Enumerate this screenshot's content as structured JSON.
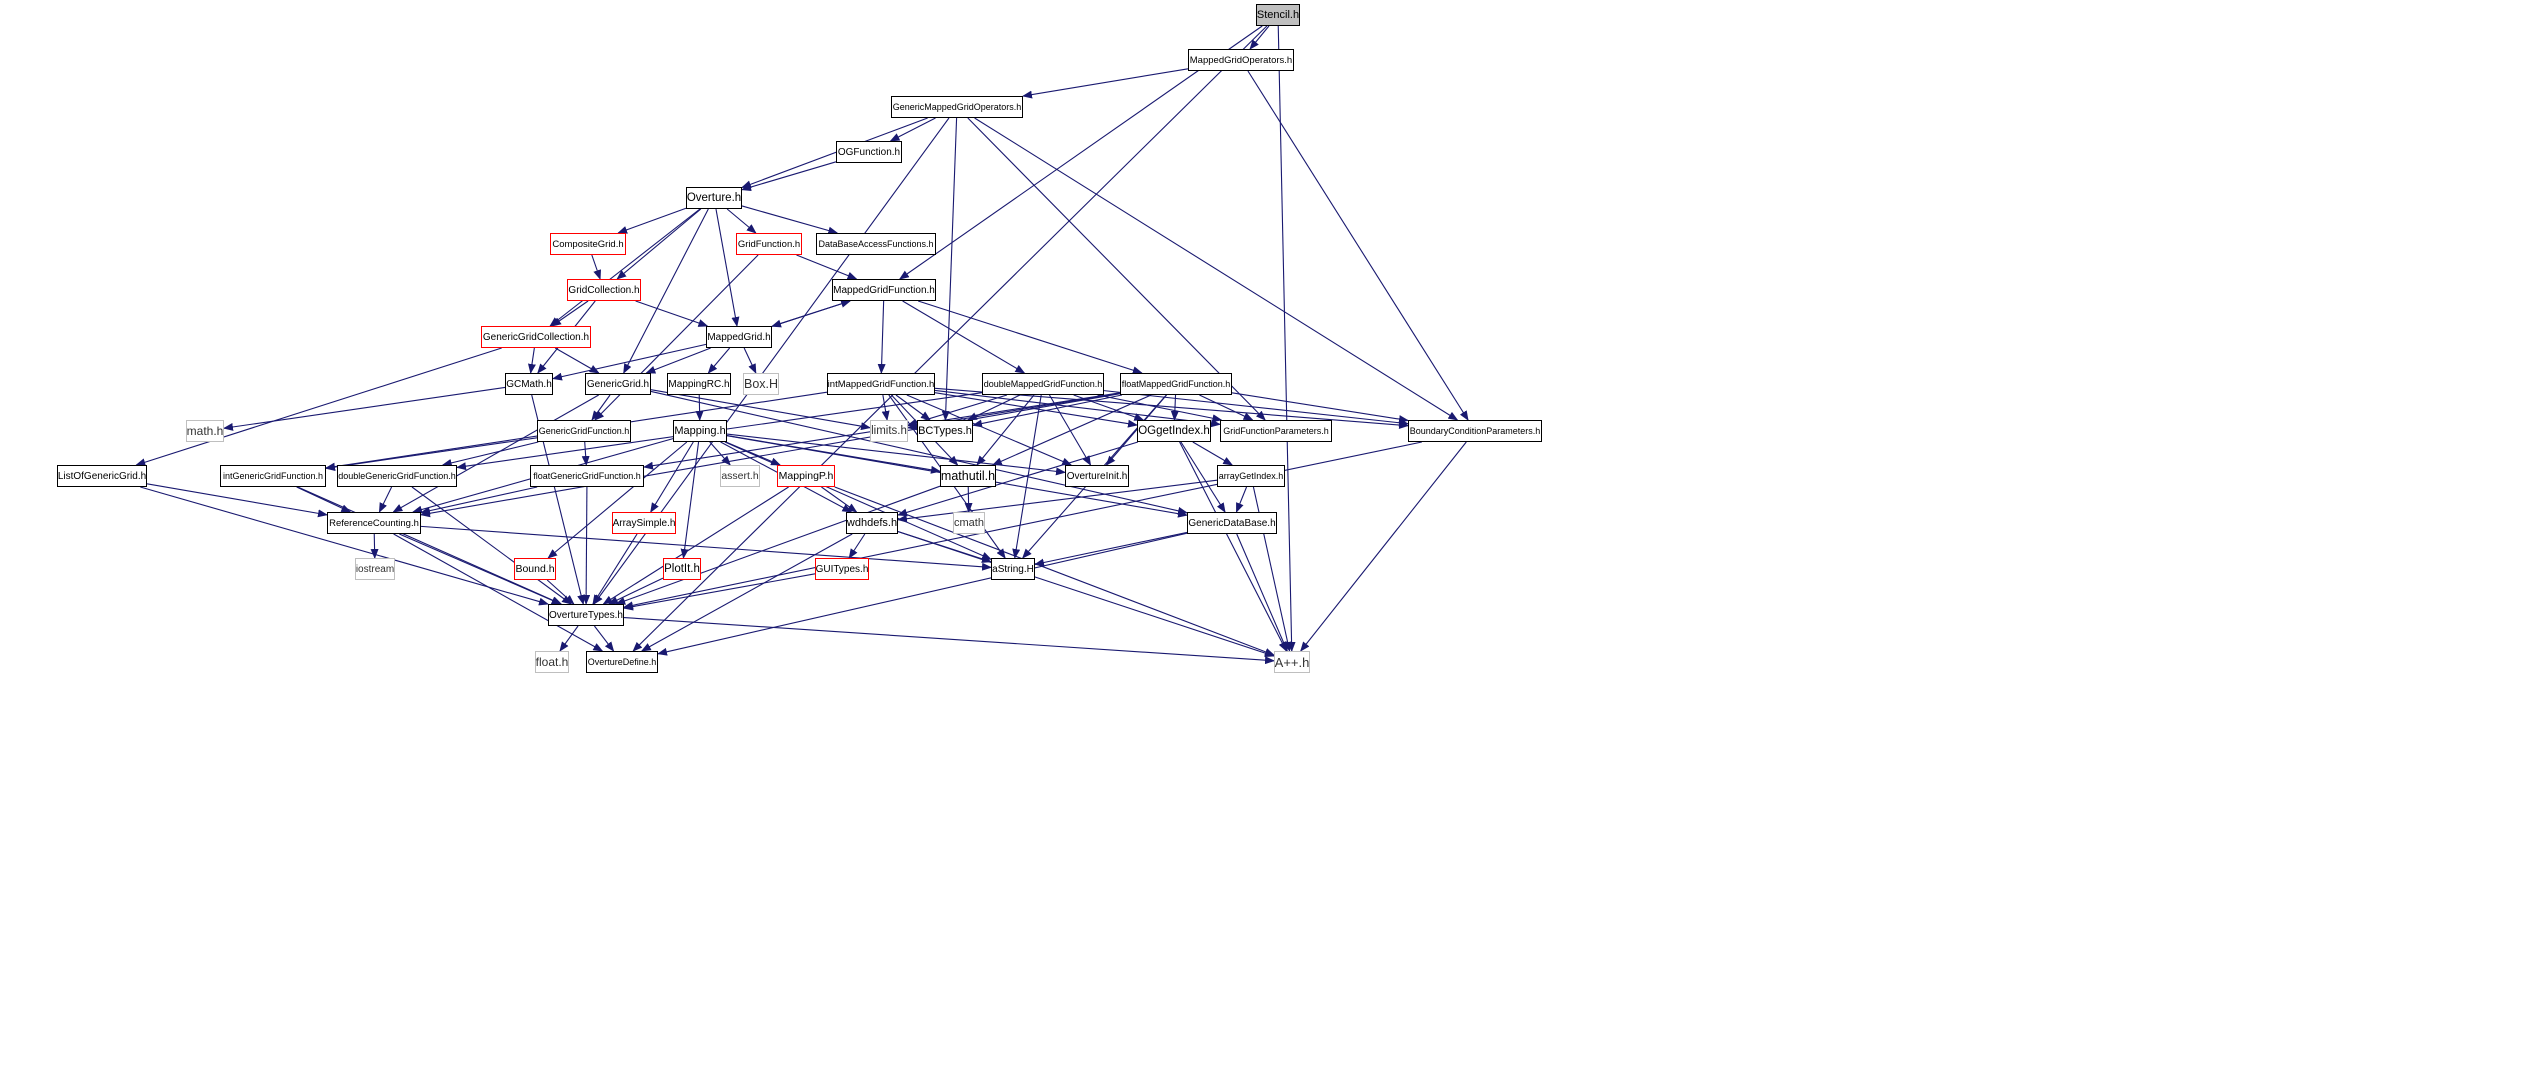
{
  "graph": {
    "colors": {
      "edge": "#191970",
      "edge_light": "#888888",
      "node_border": "#000000",
      "external_border": "#bfbfbf",
      "incomplete_border": "#ff0000",
      "root_fill": "#bfbfbf"
    },
    "nodes": [
      {
        "id": "stencil",
        "label": "Stencil.h",
        "style": "root"
      },
      {
        "id": "mgo",
        "label": "MappedGridOperators.h",
        "style": "normal"
      },
      {
        "id": "gmgo",
        "label": "GenericMappedGridOperators.h",
        "style": "normal"
      },
      {
        "id": "ogf",
        "label": "OGFunction.h",
        "style": "normal"
      },
      {
        "id": "overture",
        "label": "Overture.h",
        "style": "normal"
      },
      {
        "id": "compgrid",
        "label": "CompositeGrid.h",
        "style": "red"
      },
      {
        "id": "gridfunc",
        "label": "GridFunction.h",
        "style": "red"
      },
      {
        "id": "dbaf",
        "label": "DataBaseAccessFunctions.h",
        "style": "normal"
      },
      {
        "id": "gridcoll",
        "label": "GridCollection.h",
        "style": "red"
      },
      {
        "id": "mgf",
        "label": "MappedGridFunction.h",
        "style": "normal"
      },
      {
        "id": "ggc",
        "label": "GenericGridCollection.h",
        "style": "red"
      },
      {
        "id": "mg",
        "label": "MappedGrid.h",
        "style": "normal"
      },
      {
        "id": "gcmath",
        "label": "GCMath.h",
        "style": "normal"
      },
      {
        "id": "gg",
        "label": "GenericGrid.h",
        "style": "normal"
      },
      {
        "id": "mrc",
        "label": "MappingRC.h",
        "style": "normal"
      },
      {
        "id": "box",
        "label": "Box.H",
        "style": "external"
      },
      {
        "id": "imgf",
        "label": "intMappedGridFunction.h",
        "style": "normal"
      },
      {
        "id": "dmgf",
        "label": "doubleMappedGridFunction.h",
        "style": "normal"
      },
      {
        "id": "fmgf",
        "label": "floatMappedGridFunction.h",
        "style": "normal"
      },
      {
        "id": "math",
        "label": "math.h",
        "style": "external"
      },
      {
        "id": "ggf",
        "label": "GenericGridFunction.h",
        "style": "normal"
      },
      {
        "id": "mapping",
        "label": "Mapping.h",
        "style": "normal"
      },
      {
        "id": "limits",
        "label": "limits.h",
        "style": "external"
      },
      {
        "id": "bctypes",
        "label": "BCTypes.h",
        "style": "normal"
      },
      {
        "id": "gfp",
        "label": "GridFunctionParameters.h",
        "style": "normal"
      },
      {
        "id": "oggi",
        "label": "OGgetIndex.h",
        "style": "normal"
      },
      {
        "id": "bcp",
        "label": "BoundaryConditionParameters.h",
        "style": "normal"
      },
      {
        "id": "logg",
        "label": "ListOfGenericGrid.h",
        "style": "normal"
      },
      {
        "id": "iggf",
        "label": "intGenericGridFunction.h",
        "style": "normal"
      },
      {
        "id": "dggf",
        "label": "doubleGenericGridFunction.h",
        "style": "normal"
      },
      {
        "id": "fggf",
        "label": "floatGenericGridFunction.h",
        "style": "normal"
      },
      {
        "id": "assert",
        "label": "assert.h",
        "style": "external"
      },
      {
        "id": "mappingp",
        "label": "MappingP.h",
        "style": "red"
      },
      {
        "id": "mathutil",
        "label": "mathutil.h",
        "style": "normal"
      },
      {
        "id": "oinit",
        "label": "OvertureInit.h",
        "style": "normal"
      },
      {
        "id": "agi",
        "label": "arrayGetIndex.h",
        "style": "normal"
      },
      {
        "id": "rc",
        "label": "ReferenceCounting.h",
        "style": "normal"
      },
      {
        "id": "asimple",
        "label": "ArraySimple.h",
        "style": "red"
      },
      {
        "id": "wdh",
        "label": "wdhdefs.h",
        "style": "normal"
      },
      {
        "id": "cmath",
        "label": "cmath",
        "style": "external"
      },
      {
        "id": "gdb",
        "label": "GenericDataBase.h",
        "style": "normal"
      },
      {
        "id": "iostream",
        "label": "iostream",
        "style": "external"
      },
      {
        "id": "bound",
        "label": "Bound.h",
        "style": "red"
      },
      {
        "id": "plotit",
        "label": "PlotIt.h",
        "style": "red"
      },
      {
        "id": "guitypes",
        "label": "GUITypes.h",
        "style": "red"
      },
      {
        "id": "astring",
        "label": "aString.H",
        "style": "normal"
      },
      {
        "id": "otypes",
        "label": "OvertureTypes.h",
        "style": "normal"
      },
      {
        "id": "float",
        "label": "float.h",
        "style": "external"
      },
      {
        "id": "odefine",
        "label": "OvertureDefine.h",
        "style": "normal"
      },
      {
        "id": "app",
        "label": "A++.h",
        "style": "external"
      }
    ],
    "edges": [
      [
        "stencil",
        "mgo"
      ],
      [
        "stencil",
        "mgf"
      ],
      [
        "stencil",
        "odefine"
      ],
      [
        "stencil",
        "app"
      ],
      [
        "mgo",
        "gmgo"
      ],
      [
        "mgo",
        "bcp"
      ],
      [
        "gmgo",
        "ogf"
      ],
      [
        "gmgo",
        "overture"
      ],
      [
        "gmgo",
        "bctypes"
      ],
      [
        "gmgo",
        "gfp"
      ],
      [
        "gmgo",
        "bcp"
      ],
      [
        "gmgo",
        "otypes"
      ],
      [
        "ogf",
        "overture"
      ],
      [
        "overture",
        "compgrid"
      ],
      [
        "overture",
        "gridfunc"
      ],
      [
        "overture",
        "dbaf"
      ],
      [
        "overture",
        "gridcoll"
      ],
      [
        "overture",
        "ggc"
      ],
      [
        "overture",
        "mg"
      ],
      [
        "overture",
        "gg"
      ],
      [
        "compgrid",
        "gridcoll"
      ],
      [
        "gridfunc",
        "mgf"
      ],
      [
        "gridfunc",
        "ggf"
      ],
      [
        "gridcoll",
        "ggc"
      ],
      [
        "gridcoll",
        "mg"
      ],
      [
        "gridcoll",
        "gcmath"
      ],
      [
        "mgf",
        "mg"
      ],
      [
        "mgf",
        "imgf"
      ],
      [
        "mgf",
        "dmgf"
      ],
      [
        "mgf",
        "fmgf"
      ],
      [
        "mg",
        "mgf"
      ],
      [
        "mg",
        "gcmath"
      ],
      [
        "mg",
        "gg"
      ],
      [
        "mg",
        "mrc"
      ],
      [
        "mg",
        "box"
      ],
      [
        "ggc",
        "gcmath"
      ],
      [
        "ggc",
        "gg"
      ],
      [
        "ggc",
        "logg"
      ],
      [
        "gcmath",
        "math"
      ],
      [
        "gcmath",
        "otypes"
      ],
      [
        "gg",
        "ggf"
      ],
      [
        "gg",
        "rc"
      ],
      [
        "gg",
        "limits"
      ],
      [
        "gg",
        "gdb"
      ],
      [
        "mrc",
        "mapping"
      ],
      [
        "imgf",
        "iggf"
      ],
      [
        "imgf",
        "limits"
      ],
      [
        "imgf",
        "bctypes"
      ],
      [
        "imgf",
        "gfp"
      ],
      [
        "imgf",
        "oggi"
      ],
      [
        "imgf",
        "bcp"
      ],
      [
        "imgf",
        "oinit"
      ],
      [
        "imgf",
        "mathutil"
      ],
      [
        "imgf",
        "astring"
      ],
      [
        "dmgf",
        "dggf"
      ],
      [
        "dmgf",
        "limits"
      ],
      [
        "dmgf",
        "bctypes"
      ],
      [
        "dmgf",
        "gfp"
      ],
      [
        "dmgf",
        "oggi"
      ],
      [
        "dmgf",
        "bcp"
      ],
      [
        "dmgf",
        "oinit"
      ],
      [
        "dmgf",
        "mathutil"
      ],
      [
        "dmgf",
        "astring"
      ],
      [
        "fmgf",
        "fggf"
      ],
      [
        "fmgf",
        "limits"
      ],
      [
        "fmgf",
        "bctypes"
      ],
      [
        "fmgf",
        "gfp"
      ],
      [
        "fmgf",
        "oggi"
      ],
      [
        "fmgf",
        "bcp"
      ],
      [
        "fmgf",
        "oinit"
      ],
      [
        "fmgf",
        "mathutil"
      ],
      [
        "fmgf",
        "astring"
      ],
      [
        "fmgf",
        "rc"
      ],
      [
        "ggf",
        "iggf"
      ],
      [
        "ggf",
        "dggf"
      ],
      [
        "ggf",
        "fggf"
      ],
      [
        "mapping",
        "assert"
      ],
      [
        "mapping",
        "mappingp"
      ],
      [
        "mapping",
        "mathutil"
      ],
      [
        "mapping",
        "oinit"
      ],
      [
        "mapping",
        "wdh"
      ],
      [
        "mapping",
        "gdb"
      ],
      [
        "mapping",
        "astring"
      ],
      [
        "mapping",
        "asimple"
      ],
      [
        "mapping",
        "bound"
      ],
      [
        "mapping",
        "plotit"
      ],
      [
        "mapping",
        "rc"
      ],
      [
        "oggi",
        "agi"
      ],
      [
        "oggi",
        "wdh"
      ],
      [
        "oggi",
        "gdb"
      ],
      [
        "oggi",
        "app"
      ],
      [
        "bcp",
        "otypes"
      ],
      [
        "bcp",
        "app"
      ],
      [
        "logg",
        "rc"
      ],
      [
        "logg",
        "otypes"
      ],
      [
        "iggf",
        "rc"
      ],
      [
        "iggf",
        "otypes"
      ],
      [
        "dggf",
        "rc"
      ],
      [
        "dggf",
        "otypes"
      ],
      [
        "fggf",
        "rc"
      ],
      [
        "fggf",
        "otypes"
      ],
      [
        "mappingp",
        "wdh"
      ],
      [
        "mappingp",
        "otypes"
      ],
      [
        "mappingp",
        "app"
      ],
      [
        "mathutil",
        "cmath"
      ],
      [
        "mathutil",
        "otypes"
      ],
      [
        "agi",
        "wdh"
      ],
      [
        "agi",
        "gdb"
      ],
      [
        "agi",
        "app"
      ],
      [
        "rc",
        "iostream"
      ],
      [
        "rc",
        "otypes"
      ],
      [
        "rc",
        "odefine"
      ],
      [
        "rc",
        "astring"
      ],
      [
        "asimple",
        "otypes"
      ],
      [
        "wdh",
        "guitypes"
      ],
      [
        "wdh",
        "astring"
      ],
      [
        "wdh",
        "odefine"
      ],
      [
        "wdh",
        "app"
      ],
      [
        "gdb",
        "astring"
      ],
      [
        "gdb",
        "app"
      ],
      [
        "gdb",
        "odefine"
      ],
      [
        "bound",
        "otypes"
      ],
      [
        "plotit",
        "otypes"
      ],
      [
        "guitypes",
        "otypes"
      ],
      [
        "otypes",
        "float"
      ],
      [
        "otypes",
        "odefine"
      ],
      [
        "otypes",
        "app"
      ]
    ]
  }
}
